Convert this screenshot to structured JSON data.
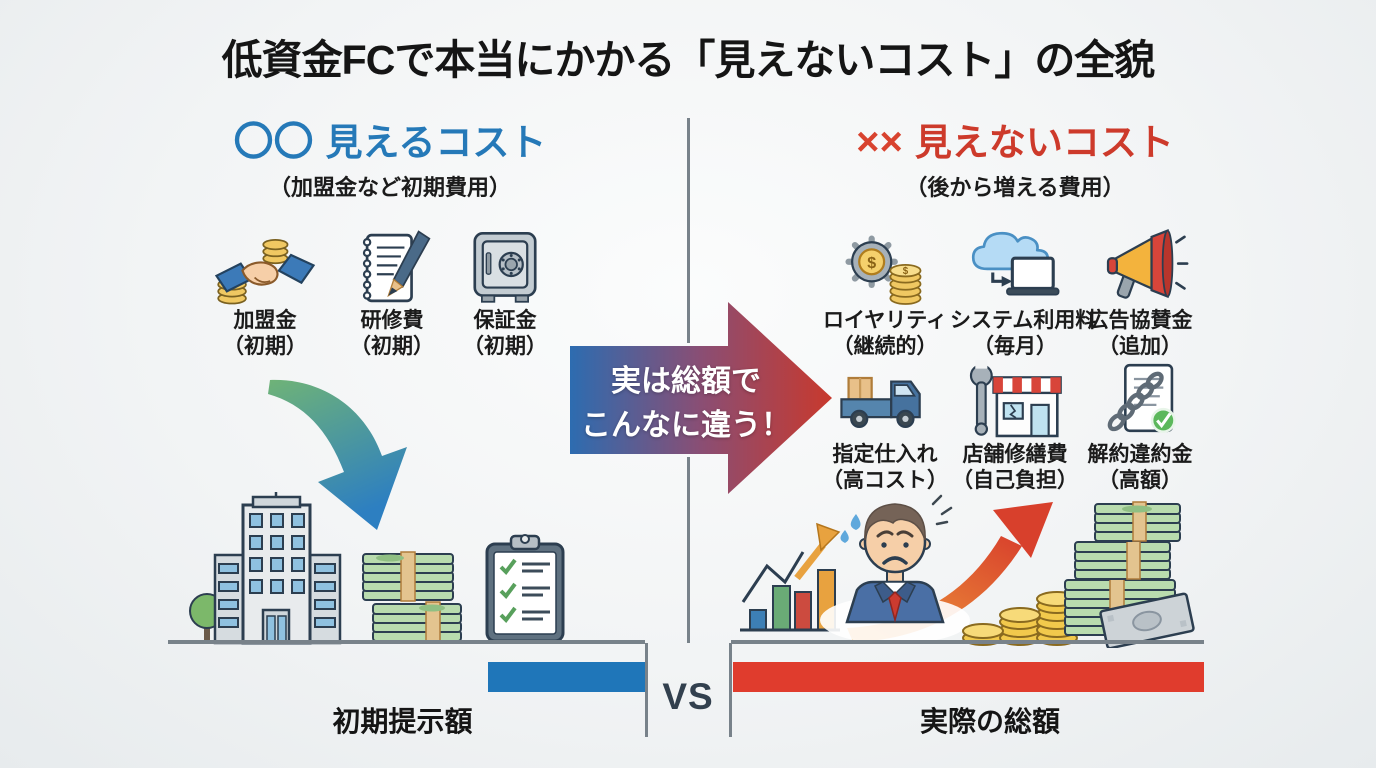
{
  "title": "低資金FCで本当にかかる「見えないコスト」の全貌",
  "left": {
    "marks": "〇〇",
    "heading": "見えるコスト",
    "subtitle": "（加盟金など初期費用）",
    "items": [
      {
        "name": "加盟金",
        "period": "（初期）"
      },
      {
        "name": "研修費",
        "period": "（初期）"
      },
      {
        "name": "保証金",
        "period": "（初期）"
      }
    ],
    "bottom_label": "初期提示額"
  },
  "right": {
    "marks": "××",
    "heading": "見えないコスト",
    "subtitle": "（後から増える費用）",
    "items": [
      {
        "name": "ロイヤリティ",
        "period": "（継続的）"
      },
      {
        "name": "システム利用料",
        "period": "（毎月）"
      },
      {
        "name": "広告協賛金",
        "period": "（追加）"
      },
      {
        "name": "指定仕入れ",
        "period": "（高コスト）"
      },
      {
        "name": "店舗修繕費",
        "period": "（自己負担）"
      },
      {
        "name": "解約違約金",
        "period": "（高額）"
      }
    ],
    "bottom_label": "実際の総額"
  },
  "center": {
    "arrow_line1": "実は総額で",
    "arrow_line2": "こんなに違う！",
    "vs_label": "VS"
  },
  "colors": {
    "visible_accent": "#2579b8",
    "hidden_accent": "#cd3a2b",
    "bar_blue": "#1f76b9",
    "bar_red": "#e03c2d",
    "arrow_gradient_start": "#2d6cb0",
    "arrow_gradient_end": "#c8392d",
    "vs_text": "#32404e",
    "line_gray": "#78828a"
  }
}
